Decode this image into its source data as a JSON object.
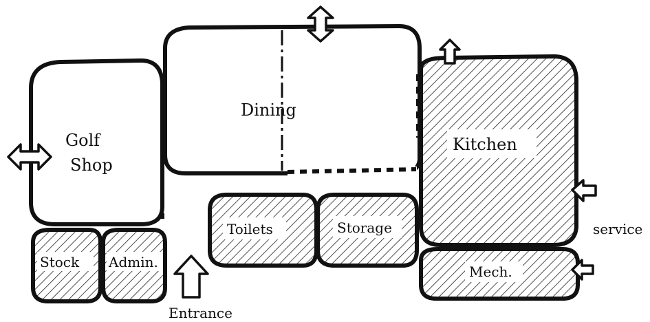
{
  "diagram": {
    "rooms": {
      "golf_shop": [
        "Golf",
        "Shop"
      ],
      "dining": "Dining",
      "kitchen": "Kitchen",
      "toilets": "Toilets",
      "storage": "Storage",
      "stock": "Stock",
      "admin": "Admin.",
      "mech": "Mech."
    },
    "annotations": {
      "entrance": "Entrance",
      "service": "service"
    }
  }
}
